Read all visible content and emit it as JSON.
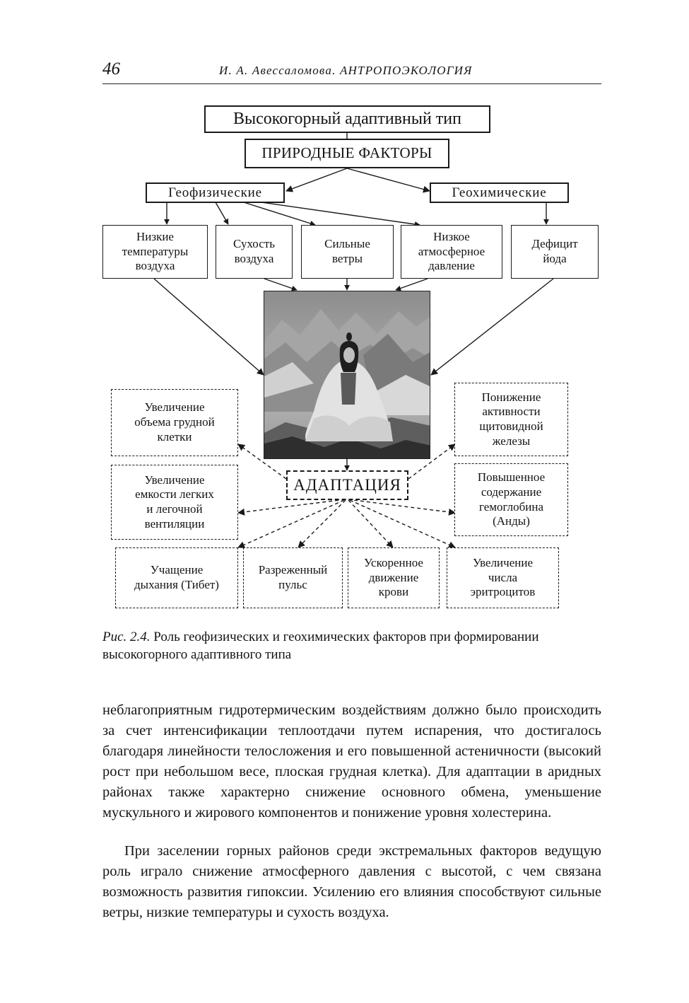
{
  "header": {
    "page_number": "46",
    "running_head": "И. А. Авессаломова. АНТРОПОЭКОЛОГИЯ"
  },
  "diagram": {
    "title": "Высокогорный адаптивный тип",
    "natural_factors": "ПРИРОДНЫЕ ФАКТОРЫ",
    "geophysical": "Геофизические",
    "geochemical": "Геохимические",
    "factors": [
      "Низкие\nтемпературы\nвоздуха",
      "Сухость\nвоздуха",
      "Сильные\nветры",
      "Низкое\nатмосферное\nдавление",
      "Дефицит\nйода"
    ],
    "adaptation": "АДАПТАЦИЯ",
    "left_effects": [
      "Увеличение\nобъема грудной\nклетки",
      "Увеличение\nемкости легких\nи легочной\nвентиляции"
    ],
    "right_effects": [
      "Понижение\nактивности\nщитовидной\nжелезы",
      "Повышенное\nсодержание\nгемоглобина\n(Анды)"
    ],
    "bottom_effects": [
      "Учащение\nдыхания (Тибет)",
      "Разреженный\nпульс",
      "Ускоренное\nдвижение\nкрови",
      "Увеличение\nчисла\nэритроцитов"
    ]
  },
  "caption": {
    "label": "Рис. 2.4.",
    "text": " Роль геофизических и геохимических факторов при формировании высокогорного адаптивного типа"
  },
  "paragraphs": [
    "неблагоприятным гидротермическим воздействиям должно было происходить за счет интенсификации теплоотдачи путем испарения, что достигалось благодаря линейности телосложения и его повышенной астеничности (высокий рост при небольшом весе, плоская грудная клетка). Для адаптации в аридных районах также характерно снижение основного обмена, уменьшение мускульного и жирового компонентов и понижение уровня холестерина.",
    "При заселении горных районов среди экстремальных факторов ведущую роль играло снижение атмосферного давления с высотой, с чем связана возможность развития гипоксии. Усилению его влияния способствуют сильные ветры, низкие температуры и сухость воздуха."
  ]
}
